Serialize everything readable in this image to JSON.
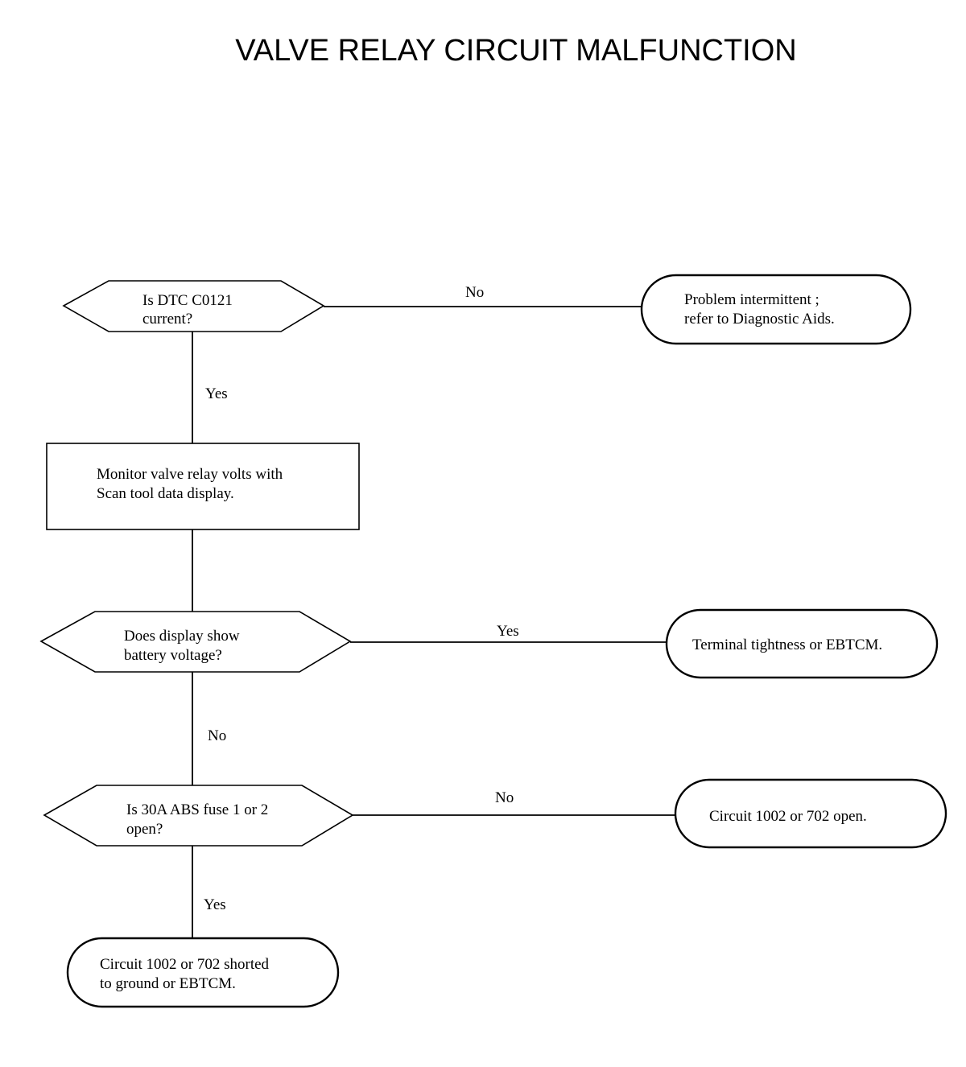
{
  "title": "VALVE RELAY CIRCUIT MALFUNCTION",
  "nodes": {
    "q1": {
      "lines": [
        "Is DTC C0121",
        "current?"
      ]
    },
    "end_intermittent": {
      "lines": [
        "Problem intermittent ;",
        "refer to Diagnostic Aids."
      ]
    },
    "step_monitor": {
      "lines": [
        "Monitor valve relay volts with",
        "Scan tool data display."
      ]
    },
    "q2": {
      "lines": [
        "Does display show",
        "battery voltage?"
      ]
    },
    "end_terminal": {
      "lines": [
        "Terminal tightness or EBTCM."
      ]
    },
    "q3": {
      "lines": [
        "Is 30A ABS fuse 1 or 2",
        "open?"
      ]
    },
    "end_open": {
      "lines": [
        "Circuit 1002 or 702 open."
      ]
    },
    "end_shorted": {
      "lines": [
        "Circuit 1002 or 702 shorted",
        "to ground or EBTCM."
      ]
    }
  },
  "edges": {
    "q1_no": "No",
    "q1_yes": "Yes",
    "q2_yes": "Yes",
    "q2_no": "No",
    "q3_no": "No",
    "q3_yes": "Yes"
  }
}
